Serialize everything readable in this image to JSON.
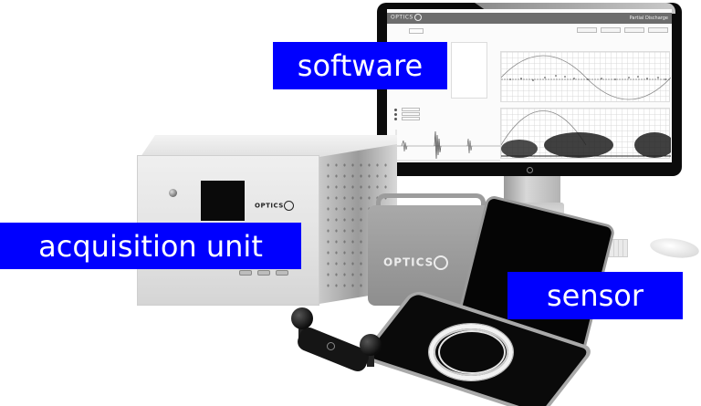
{
  "labels": {
    "software": "software",
    "acquisition_unit": "acquisition unit",
    "sensor": "sensor"
  },
  "label_style": {
    "background": "#0000ff",
    "text_color": "#ffffff"
  },
  "monitor_screen": {
    "brand": "OPTICS",
    "header_title": "Partial Discharge",
    "charts": [
      {
        "type": "line",
        "description": "waveform with impulse bursts"
      },
      {
        "type": "scatter",
        "description": "phase-resolved partial discharge with sine reference"
      },
      {
        "type": "scatter",
        "description": "accumulated phase-resolved pattern with sine reference"
      }
    ]
  },
  "acquisition_unit": {
    "brand": "OPTICS"
  },
  "case": {
    "brand": "OPTICS"
  }
}
